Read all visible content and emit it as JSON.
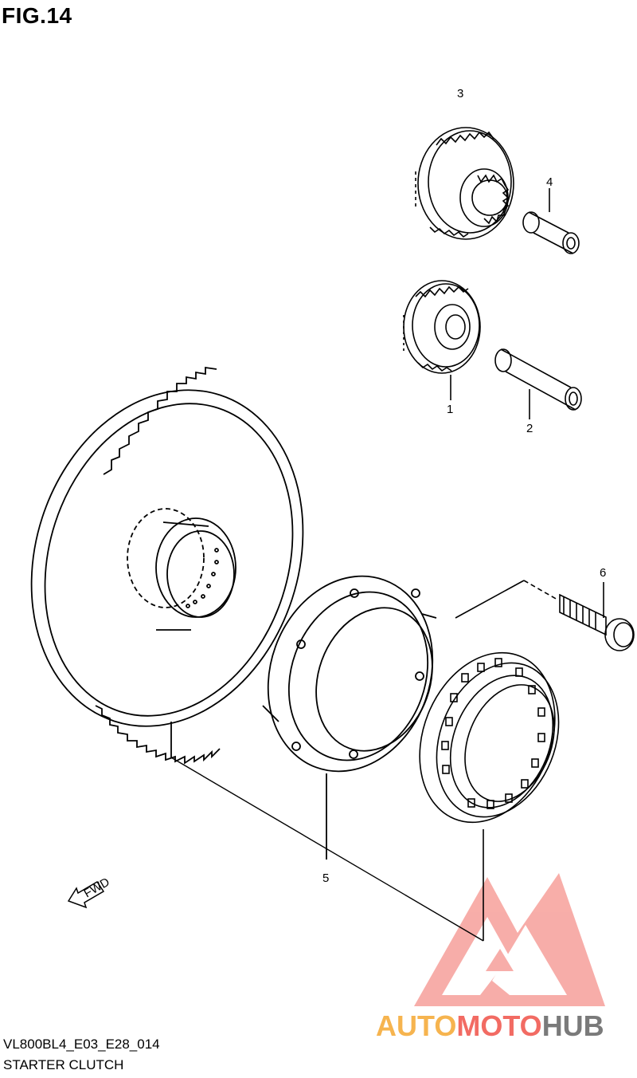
{
  "header": {
    "figure_label": "FIG.14"
  },
  "footer": {
    "model_code": "VL800BL4_E03_E28_014",
    "section_name": "STARTER CLUTCH"
  },
  "callouts": [
    "1",
    "2",
    "3",
    "4",
    "5",
    "6"
  ],
  "direction_marker": "FWD",
  "watermark": {
    "part1": "AUTO",
    "part2": "MOTO",
    "part3": "HUB",
    "color_orange": "#f6b44f",
    "color_red": "#f26b63",
    "color_gray": "#7a7a7a"
  }
}
